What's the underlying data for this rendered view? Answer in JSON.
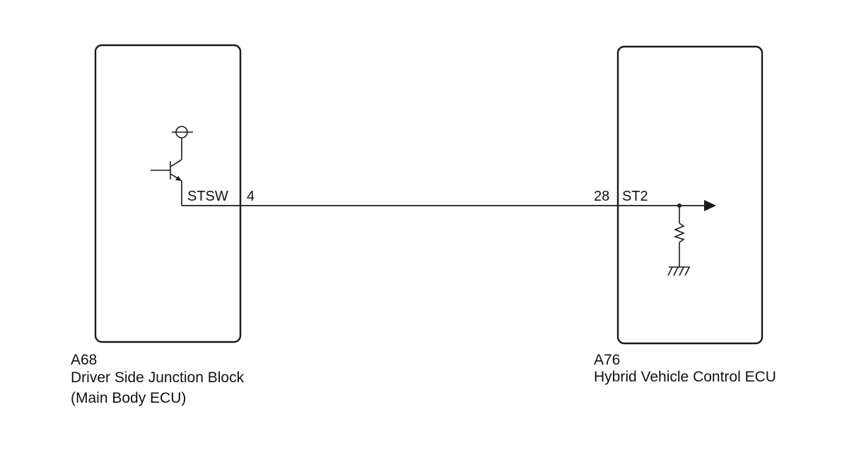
{
  "components": [
    {
      "code": "A68",
      "name": "Driver Side Junction Block",
      "subname": "(Main Body ECU)",
      "terminal_name": "STSW",
      "terminal_pin": "4"
    },
    {
      "code": "A76",
      "name": "Hybrid Vehicle Control ECU",
      "terminal_pin": "28",
      "terminal_name": "ST2"
    }
  ]
}
